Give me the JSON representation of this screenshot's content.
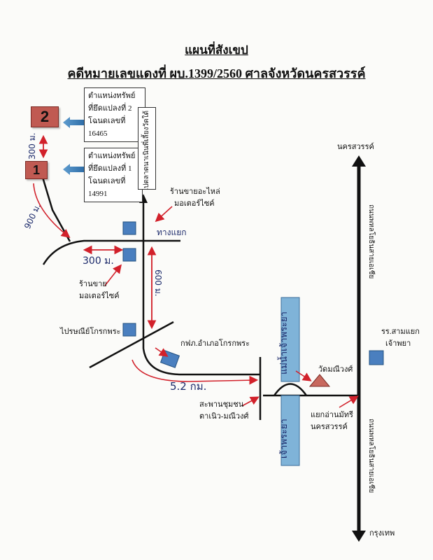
{
  "header": {
    "title": "แผนที่สังเขป",
    "subtitle": "คดีหมายเลขแดงที่ ผบ.1399/2560 ศาลจังหวัดนครสวรรค์"
  },
  "parcels": [
    {
      "marker": "2",
      "lines": [
        "ตำแหน่งทรัพย์",
        "ที่ยึดแปลงที่ 2",
        "โฉนดเลขที่",
        "16465"
      ]
    },
    {
      "marker": "1",
      "lines": [
        "ตำแหน่งทรัพย์",
        "ที่ยึดแปลงที่ 1",
        "โฉนดเลขที่",
        "14991"
      ]
    }
  ],
  "roads": {
    "to_field": "ไปตลาดนาเนินพี่เลี้ยงวัดใต้",
    "highway_upper": "ถนนพหลโยธินสายเอเชีย",
    "highway_lower": "ถนนพหลโยธินสายเอเชีย",
    "river_bridge_top": "แม่น้ำเจ้าพระยา",
    "river_bottom": "เจ้าพระยา"
  },
  "places": {
    "spare_parts_shop": [
      "ร้านขายอะไหล่",
      "มอเตอร์ไซค์"
    ],
    "moto_shop": [
      "ร้านขาย",
      "มอเตอร์ไซค์"
    ],
    "post_office": "ไปรษณีย์โกรกพระ",
    "pea": "กฟภ.อำเภอโกรกพระ",
    "wat": "วัดมณีวงศ์",
    "bridge": [
      "สะพานชุมชน",
      "ตาเนิว-มณีวงศ์"
    ],
    "junction": [
      "แยกอ่านมัทรี",
      "นครสวรรค์"
    ],
    "school": [
      "รร.สามแยก",
      "เจ้าพยา"
    ],
    "north": "นครสวรรค์",
    "south": "กรุงเทพ"
  },
  "distances": {
    "between_parcels": "300 ม.",
    "parcel1_road": "900 ม.",
    "intersection": "300 ม.",
    "vertical": "600 ม.",
    "to_bridge": "5.2 กม.",
    "crossing": "ทางแยก"
  },
  "colors": {
    "road": "#222222",
    "arrow_red": "#d2212b",
    "marker": "#c05a52",
    "bldg": "#4a7fbf",
    "river": "#7fb3d8",
    "hand": "#1c2a6b"
  }
}
